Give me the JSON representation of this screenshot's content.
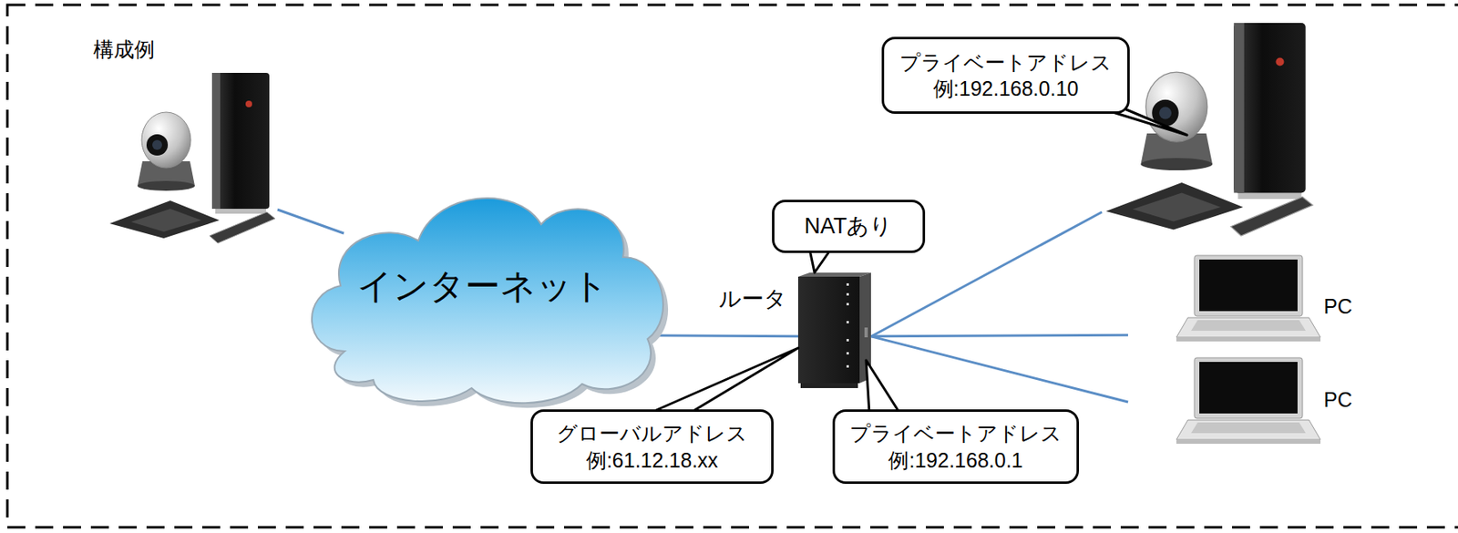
{
  "diagram": {
    "title": "構成例",
    "nodes": [
      {
        "text": [
          "プライベートアドレス",
          "例:192.168.0.10"
        ]
      },
      {
        "text": [
          "NATあり"
        ]
      },
      {
        "text": [
          "インターネット"
        ]
      },
      {
        "text": [
          "ルータ"
        ]
      },
      {
        "text": [
          "PC"
        ]
      },
      {
        "text": [
          "PC"
        ]
      },
      {
        "text": [
          "グローバルアドレス",
          "例:61.12.18.xx"
        ]
      },
      {
        "text": [
          "プライベートアドレス",
          "例:192.168.0.1"
        ]
      }
    ],
    "edges": [
      {
        "from": 2,
        "to": 3,
        "arrow": "none"
      },
      {
        "from": 3,
        "to": 4,
        "arrow": "none"
      },
      {
        "from": 3,
        "to": 5,
        "arrow": "none"
      }
    ]
  }
}
